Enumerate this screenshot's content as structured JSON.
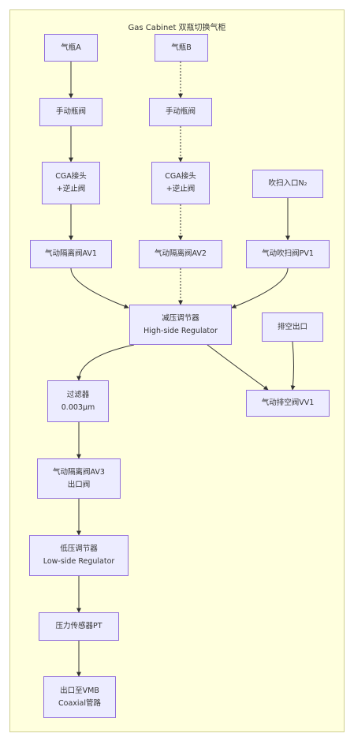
{
  "cluster": {
    "title": "Gas Cabinet 双瓶切换气柜"
  },
  "nodes": {
    "cyl_a": "气瓶A",
    "cyl_b": "气瓶B",
    "manual_a": "手动瓶阀",
    "manual_b": "手动瓶阀",
    "cga_a": "CGA接头\n+逆止阀",
    "cga_b": "CGA接头\n+逆止阀",
    "purge_in": "吹扫入口N₂",
    "av1": "气动隔离阀AV1",
    "av2": "气动隔离阀AV2",
    "pv1": "气动吹扫阀PV1",
    "hsr": "减压调节器\nHigh-side Regulator",
    "vent_out": "排空出口",
    "filter": "过滤器\n0.003μm",
    "vv1": "气动排空阀VV1",
    "av3": "气动隔离阀AV3\n出口阀",
    "lsr": "低压调节器\nLow-side Regulator",
    "pt": "压力传感器PT",
    "outlet": "出口至VMB\nCoaxial管路"
  },
  "colors": {
    "cluster_fill": "#ffffde",
    "cluster_border": "#cfcf92",
    "node_fill": "#ececff",
    "node_border": "#9370db",
    "edge": "#333333"
  }
}
